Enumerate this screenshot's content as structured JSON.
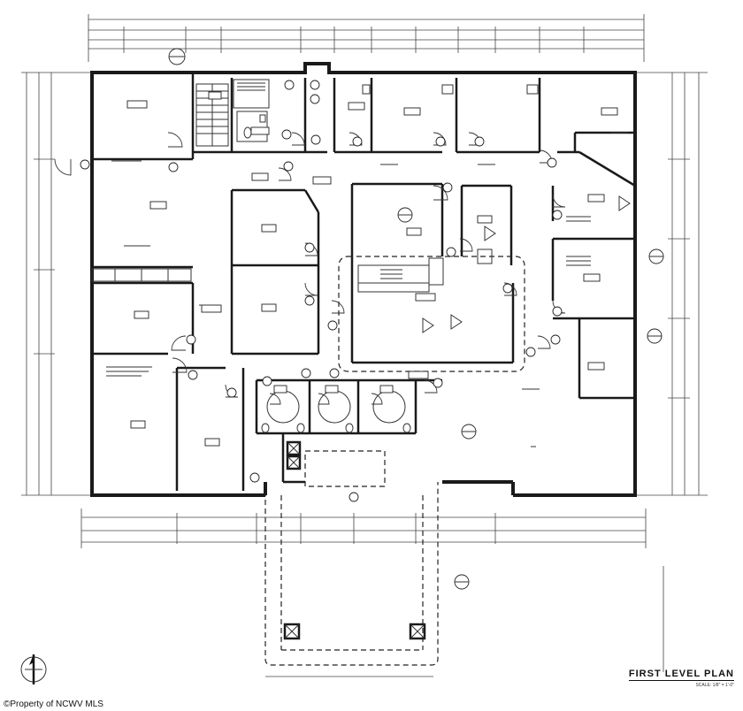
{
  "title": "FIRST LEVEL PLAN",
  "scale": "SCALE: 1/8\" = 1'-0\"",
  "watermark": "©Property of NCWV MLS",
  "colors": {
    "line": "#1a1a1a",
    "background": "#ffffff"
  },
  "icons": [
    "north-arrow-icon",
    "section-marker-icon"
  ]
}
